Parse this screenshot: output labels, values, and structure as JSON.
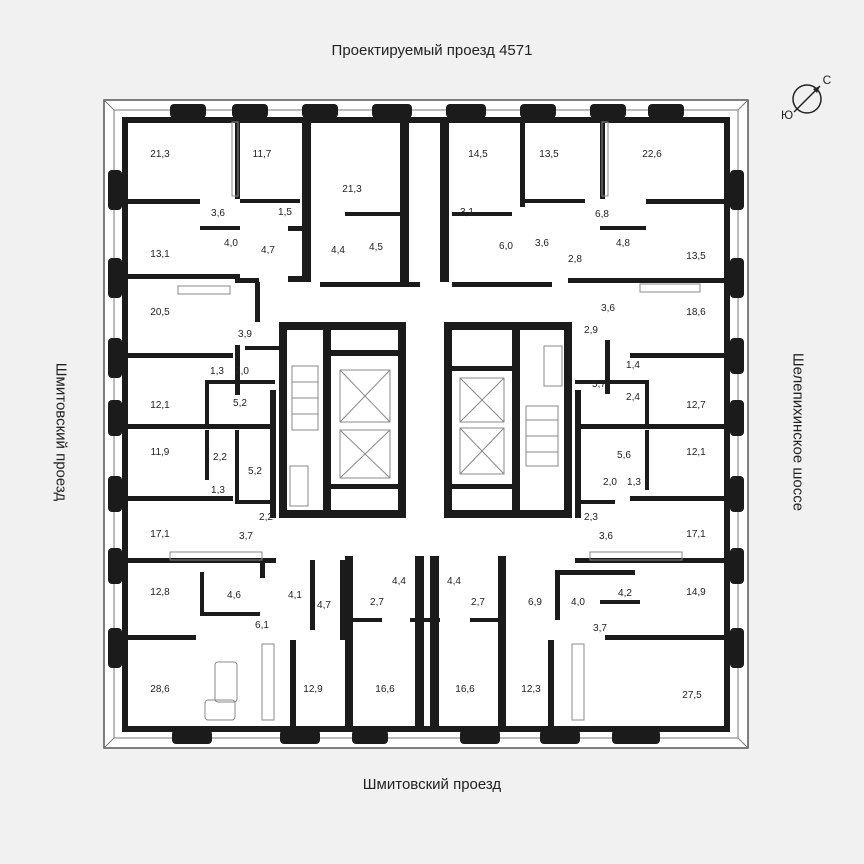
{
  "streets": {
    "top": "Проектируемый проезд 4571",
    "bottom": "Шмитовский проезд",
    "left": "Шмитовский проезд",
    "right": "Шелепихинское шоссе"
  },
  "compass": {
    "north_letter": "С",
    "south_letter": "Ю"
  },
  "colors": {
    "wall": "#1b1b1b",
    "floor": "#ffffff",
    "background": "#f1f1f1",
    "fixture": "#888888"
  },
  "rooms": [
    {
      "id": "a1",
      "label": "21,3"
    },
    {
      "id": "a2",
      "label": "11,7"
    },
    {
      "id": "a3",
      "label": "21,3"
    },
    {
      "id": "a4",
      "label": "14,5"
    },
    {
      "id": "a5",
      "label": "13,5"
    },
    {
      "id": "a6",
      "label": "22,6"
    },
    {
      "id": "a7",
      "label": "3,6"
    },
    {
      "id": "a8",
      "label": "1,5"
    },
    {
      "id": "a9",
      "label": "3,1"
    },
    {
      "id": "a10",
      "label": "6,8"
    },
    {
      "id": "a11",
      "label": "13,1"
    },
    {
      "id": "a12",
      "label": "4,0"
    },
    {
      "id": "a13",
      "label": "4,7"
    },
    {
      "id": "a14",
      "label": "4,4"
    },
    {
      "id": "a15",
      "label": "4,5"
    },
    {
      "id": "a16",
      "label": "6,0"
    },
    {
      "id": "a17",
      "label": "3,6"
    },
    {
      "id": "a18",
      "label": "4,8"
    },
    {
      "id": "a19",
      "label": "13,5"
    },
    {
      "id": "a20",
      "label": "2,8"
    },
    {
      "id": "a21",
      "label": "3,6"
    },
    {
      "id": "a22",
      "label": "20,5"
    },
    {
      "id": "a23",
      "label": "18,6"
    },
    {
      "id": "a24",
      "label": "3,9"
    },
    {
      "id": "a25",
      "label": "2,9"
    },
    {
      "id": "a26",
      "label": "1,3"
    },
    {
      "id": "a27",
      "label": "2,0"
    },
    {
      "id": "a28",
      "label": "1,4"
    },
    {
      "id": "a29",
      "label": "5,7"
    },
    {
      "id": "a30",
      "label": "12,1"
    },
    {
      "id": "a31",
      "label": "5,2"
    },
    {
      "id": "a32",
      "label": "2,4"
    },
    {
      "id": "a33",
      "label": "12,7"
    },
    {
      "id": "a34",
      "label": "11,9"
    },
    {
      "id": "a35",
      "label": "2,2"
    },
    {
      "id": "a36",
      "label": "5,2"
    },
    {
      "id": "a37",
      "label": "5,6"
    },
    {
      "id": "a38",
      "label": "12,1"
    },
    {
      "id": "a39",
      "label": "1,3"
    },
    {
      "id": "a40",
      "label": "2,0"
    },
    {
      "id": "a41",
      "label": "1,3"
    },
    {
      "id": "a42",
      "label": "2,2"
    },
    {
      "id": "a43",
      "label": "2,3"
    },
    {
      "id": "a44",
      "label": "17,1"
    },
    {
      "id": "a45",
      "label": "3,7"
    },
    {
      "id": "a46",
      "label": "3,6"
    },
    {
      "id": "a47",
      "label": "17,1"
    },
    {
      "id": "a48",
      "label": "4,4"
    },
    {
      "id": "a49",
      "label": "4,4"
    },
    {
      "id": "a50",
      "label": "12,8"
    },
    {
      "id": "a51",
      "label": "4,6"
    },
    {
      "id": "a52",
      "label": "4,1"
    },
    {
      "id": "a53",
      "label": "4,7"
    },
    {
      "id": "a54",
      "label": "2,7"
    },
    {
      "id": "a55",
      "label": "2,7"
    },
    {
      "id": "a56",
      "label": "6,9"
    },
    {
      "id": "a57",
      "label": "4,0"
    },
    {
      "id": "a58",
      "label": "4,2"
    },
    {
      "id": "a59",
      "label": "14,9"
    },
    {
      "id": "a60",
      "label": "6,1"
    },
    {
      "id": "a61",
      "label": "3,7"
    },
    {
      "id": "a62",
      "label": "28,6"
    },
    {
      "id": "a63",
      "label": "12,9"
    },
    {
      "id": "a64",
      "label": "16,6"
    },
    {
      "id": "a65",
      "label": "16,6"
    },
    {
      "id": "a66",
      "label": "12,3"
    },
    {
      "id": "a67",
      "label": "27,5"
    }
  ]
}
